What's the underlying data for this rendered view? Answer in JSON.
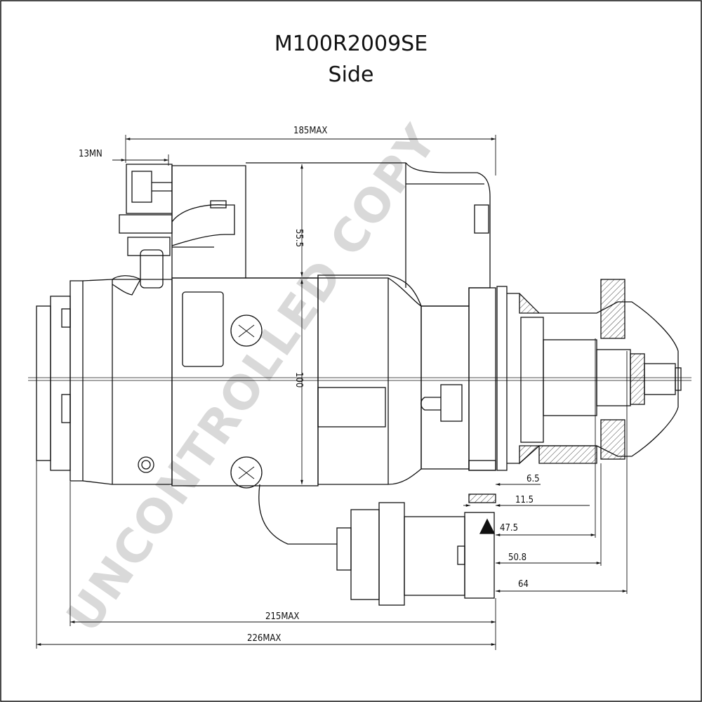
{
  "header": {
    "part_number": "M100R2009SE",
    "view": "Side"
  },
  "watermark": "UNCONTROLLED COPY",
  "dimensions": {
    "overall_185": "185MAX",
    "min_13": "13MN",
    "height_55": "55.5",
    "dia_100": "100",
    "d_6_5": "6.5",
    "d_11_5": "11.5",
    "d_47_5": "47.5",
    "d_50_8": "50.8",
    "d_64": "64",
    "overall_215": "215MAX",
    "overall_226": "226MAX"
  },
  "colors": {
    "line": "#111111",
    "watermark": "#d9d9d9"
  }
}
